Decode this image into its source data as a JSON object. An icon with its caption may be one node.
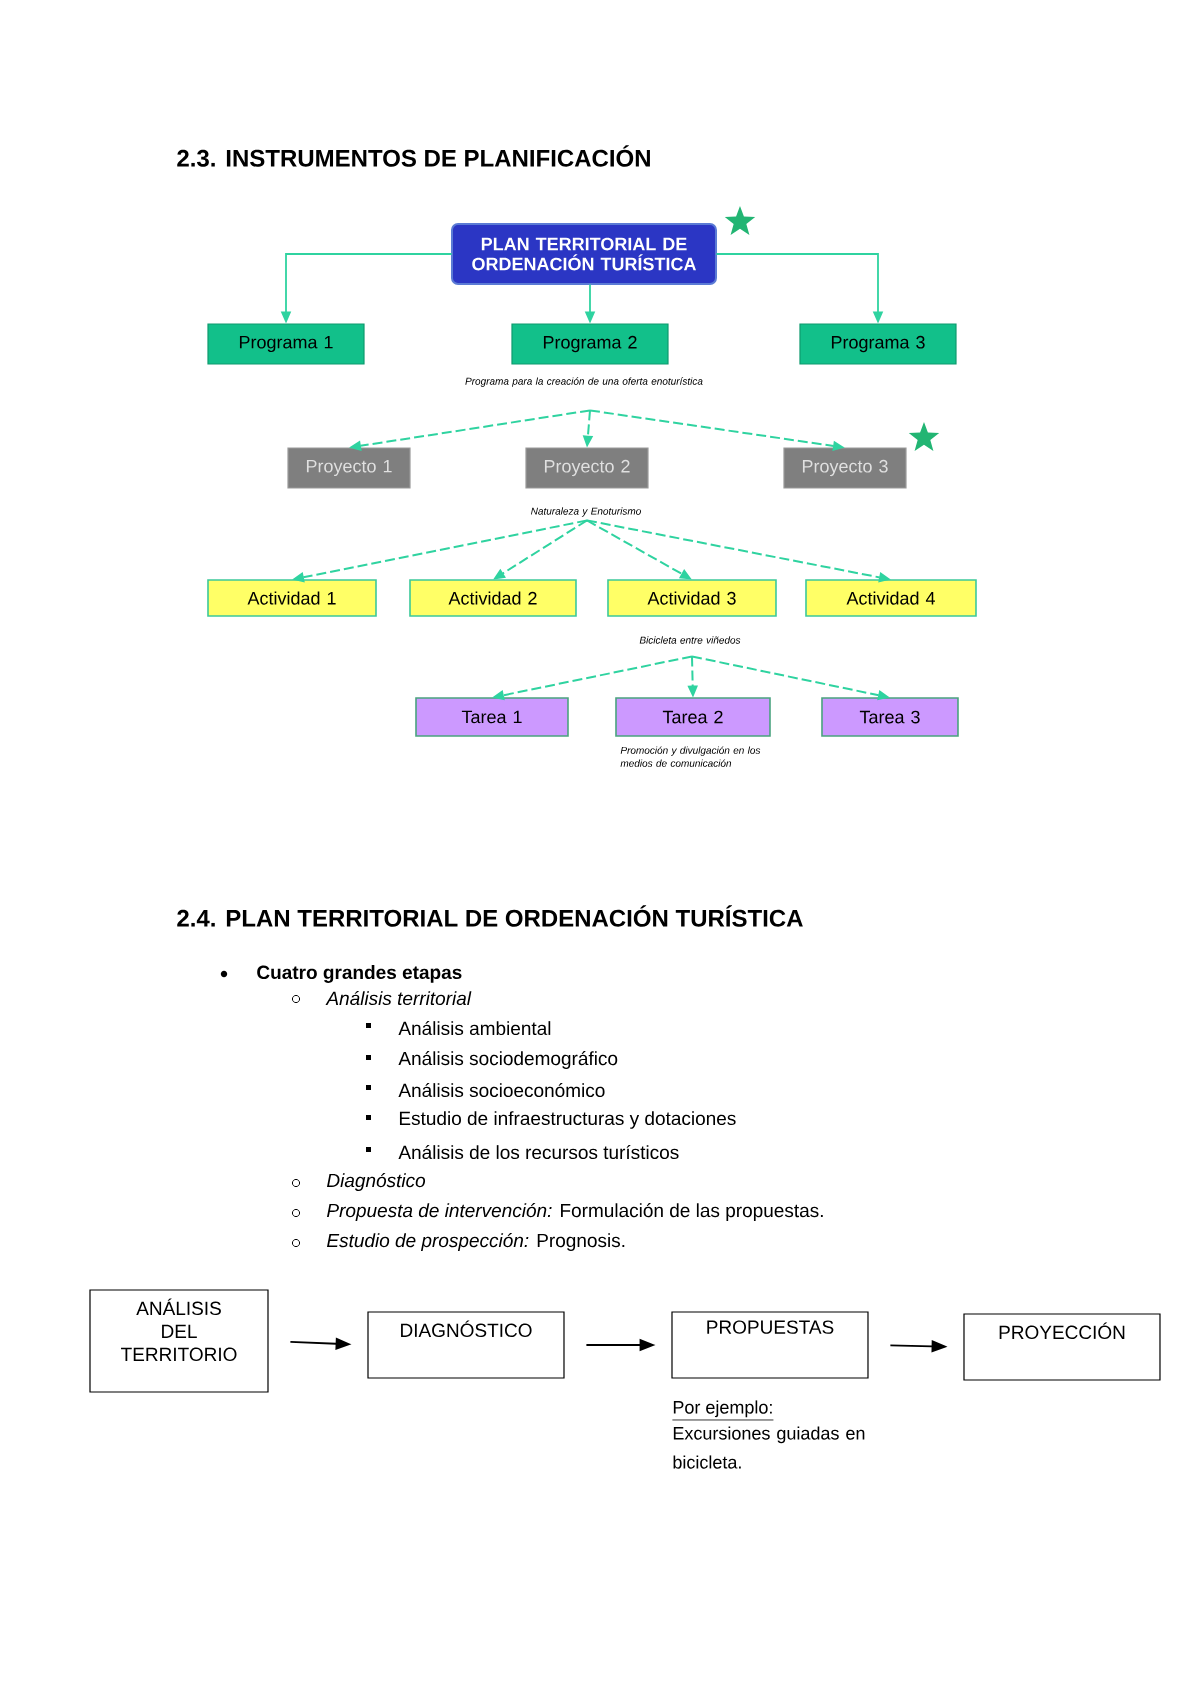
{
  "diagram": {
    "nodes": [
      {
        "text": [
          "PLAN TERRITORIAL DE ORDENACIÓN TURÍSTICA"
        ]
      },
      {
        "text": [
          "Programa 1"
        ]
      },
      {
        "text": [
          "Programa 2"
        ],
        "beside": [
          "Programa para la creación de una oferta enoturística"
        ]
      },
      {
        "text": [
          "Programa 3"
        ]
      },
      {
        "text": [
          "Proyecto 1"
        ]
      },
      {
        "text": [
          "Proyecto 2"
        ],
        "beside": [
          "Naturaleza y Enoturismo"
        ]
      },
      {
        "text": [
          "Proyecto 3"
        ]
      },
      {
        "text": [
          "Actividad 1"
        ]
      },
      {
        "text": [
          "Actividad 2"
        ]
      },
      {
        "text": [
          "Actividad 3"
        ],
        "beside": [
          "Bicicleta entre viñedos"
        ]
      },
      {
        "text": [
          "Actividad 4"
        ]
      },
      {
        "text": [
          "Tarea 1"
        ]
      },
      {
        "text": [
          "Tarea 2"
        ],
        "beside": [
          "Promoción y divulgación en los medios de comunicación"
        ]
      },
      {
        "text": [
          "Tarea 3"
        ]
      },
      {
        "text": [
          "ANÁLISIS DEL TERRITORIO"
        ]
      },
      {
        "text": [
          "DIAGNÓSTICO"
        ]
      },
      {
        "text": [
          "PROPUESTAS"
        ],
        "beside": [
          "Por ejemplo:",
          "Excursiones guiadas en bicicleta."
        ]
      },
      {
        "text": [
          "PROYECCIÓN"
        ]
      }
    ],
    "edges": [
      {
        "from": 0,
        "to": 1,
        "arrow": "to"
      },
      {
        "from": 0,
        "to": 2,
        "arrow": "to"
      },
      {
        "from": 0,
        "to": 3,
        "arrow": "to"
      },
      {
        "from": 2,
        "to": 4,
        "arrow": "to",
        "style": "dashed"
      },
      {
        "from": 2,
        "to": 5,
        "arrow": "to",
        "style": "dashed"
      },
      {
        "from": 2,
        "to": 6,
        "arrow": "to",
        "style": "dashed"
      },
      {
        "from": 5,
        "to": 7,
        "arrow": "to",
        "style": "dashed"
      },
      {
        "from": 5,
        "to": 8,
        "arrow": "to",
        "style": "dashed"
      },
      {
        "from": 5,
        "to": 9,
        "arrow": "to",
        "style": "dashed"
      },
      {
        "from": 5,
        "to": 10,
        "arrow": "to",
        "style": "dashed"
      },
      {
        "from": 9,
        "to": 11,
        "arrow": "to",
        "style": "dashed"
      },
      {
        "from": 9,
        "to": 12,
        "arrow": "to",
        "style": "dashed"
      },
      {
        "from": 9,
        "to": 13,
        "arrow": "to",
        "style": "dashed"
      },
      {
        "from": 14,
        "to": 15,
        "arrow": "to",
        "color": "#000000"
      },
      {
        "from": 15,
        "to": 16,
        "arrow": "to",
        "color": "#000000"
      },
      {
        "from": 16,
        "to": 17,
        "arrow": "to",
        "color": "#000000"
      }
    ],
    "labels": [
      "2.3. INSTRUMENTOS DE PLANIFICACIÓN",
      "2.4. PLAN TERRITORIAL DE ORDENACIÓN TURÍSTICA",
      "Cuatro grandes etapas",
      "Análisis territorial",
      "Análisis ambiental",
      "Análisis sociodemográfico",
      "Análisis socioeconómico",
      "Estudio de infraestructuras y dotaciones",
      "Análisis de los recursos turísticos",
      "Diagnóstico",
      "*Propuesta de intervención:* Formulación de las propuestas.",
      "*Estudio de prospección:* Prognosis."
    ]
  }
}
